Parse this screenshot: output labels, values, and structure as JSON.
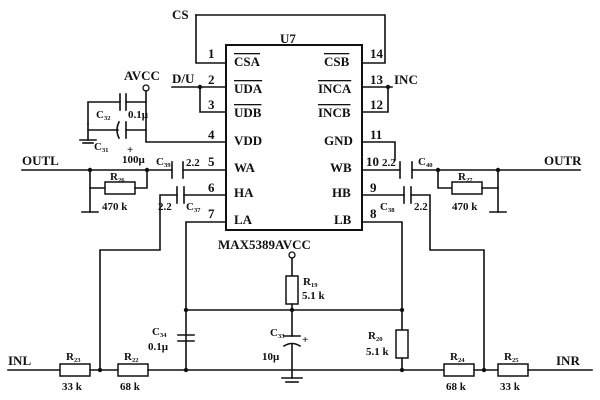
{
  "chip": {
    "ref": "U7",
    "part": "MAX5389AVCC",
    "left_pins": [
      {
        "num": "1",
        "name": "CSA"
      },
      {
        "num": "2",
        "name": "UDA"
      },
      {
        "num": "3",
        "name": "UDB"
      },
      {
        "num": "4",
        "name": "VDD"
      },
      {
        "num": "5",
        "name": "WA"
      },
      {
        "num": "6",
        "name": "HA"
      },
      {
        "num": "7",
        "name": "LA"
      }
    ],
    "right_pins": [
      {
        "num": "14",
        "name": "CSB"
      },
      {
        "num": "13",
        "name": "INCA"
      },
      {
        "num": "12",
        "name": "INCB"
      },
      {
        "num": "11",
        "name": "GND"
      },
      {
        "num": "10",
        "name": "WB"
      },
      {
        "num": "9",
        "name": "HB"
      },
      {
        "num": "8",
        "name": "LB"
      }
    ]
  },
  "nets": {
    "cs": "CS",
    "du": "D/U",
    "inc": "INC",
    "avcc": "AVCC",
    "outl": "OUTL",
    "outr": "OUTR",
    "inl": "INL",
    "inr": "INR"
  },
  "components": {
    "c32": {
      "ref": "C₃₂",
      "value": "0.1μ"
    },
    "c31": {
      "ref": "C₃₁",
      "value": "100μ",
      "polarity": "+"
    },
    "c39": {
      "ref": "C₃₉",
      "value": "2.2"
    },
    "c37": {
      "ref": "C₃₇",
      "value": "2.2"
    },
    "c40": {
      "ref": "C₄₀",
      "value": "2.2"
    },
    "c38": {
      "ref": "C₃₈",
      "value": "2.2"
    },
    "r26": {
      "ref": "R₂₆",
      "value": "470 k"
    },
    "r27": {
      "ref": "R₂₇",
      "value": "470 k"
    },
    "r19": {
      "ref": "R₁₉",
      "value": "5.1 k"
    },
    "r20": {
      "ref": "R₂₀",
      "value": "5.1 k"
    },
    "c34": {
      "ref": "C₃₄",
      "value": "0.1μ"
    },
    "c33": {
      "ref": "C₃₃",
      "value": "10μ",
      "polarity": "+"
    },
    "r23": {
      "ref": "R₂₃",
      "value": "33 k"
    },
    "r22": {
      "ref": "R₂₂",
      "value": "68 k"
    },
    "r24": {
      "ref": "R₂₄",
      "value": "68 k"
    },
    "r25": {
      "ref": "R₂₅",
      "value": "33 k"
    }
  }
}
